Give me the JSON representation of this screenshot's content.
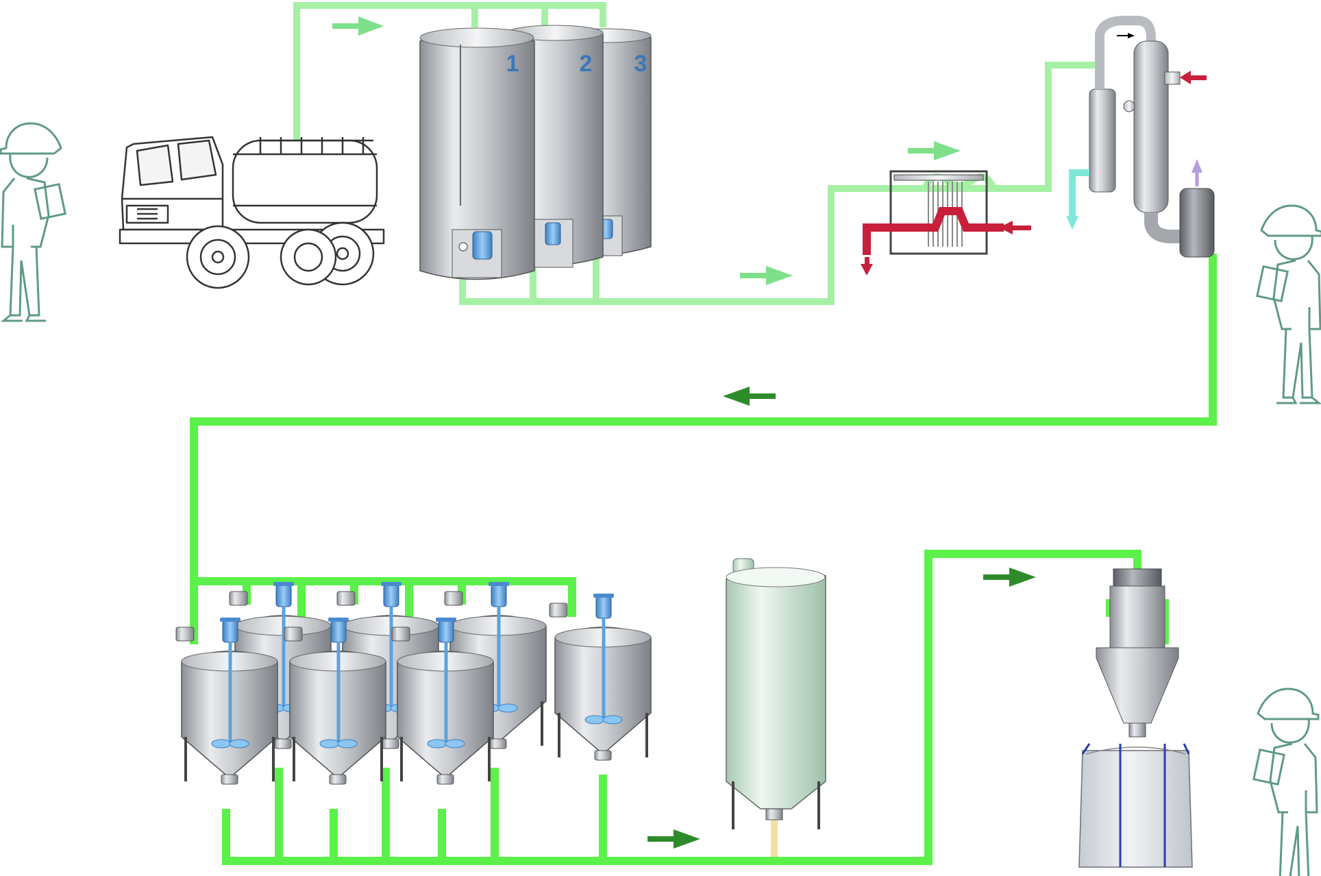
{
  "storage_tanks": {
    "labels": [
      "1",
      "2",
      "3"
    ]
  },
  "colors": {
    "pipe_light": "#a6f0a6",
    "pipe_bright": "#5cf04a",
    "arrow_light": "#7ee08a",
    "arrow_dark": "#2e8b2a",
    "heating": "#c8203a",
    "cooling": "#7fe8d8",
    "vapor": "#b79be0",
    "person": "#5e9a86",
    "tank_number": "#3a78b8",
    "agitator": "#5aa3e0",
    "discharge": "#f2e0a0"
  },
  "icons": [
    "tanker-truck",
    "storage-silo",
    "filter-press",
    "evaporator",
    "mixing-tank",
    "agitator-motor",
    "buffer-silo",
    "spray-dryer",
    "bulk-bag",
    "worker-with-clipboard",
    "flow-arrow"
  ]
}
